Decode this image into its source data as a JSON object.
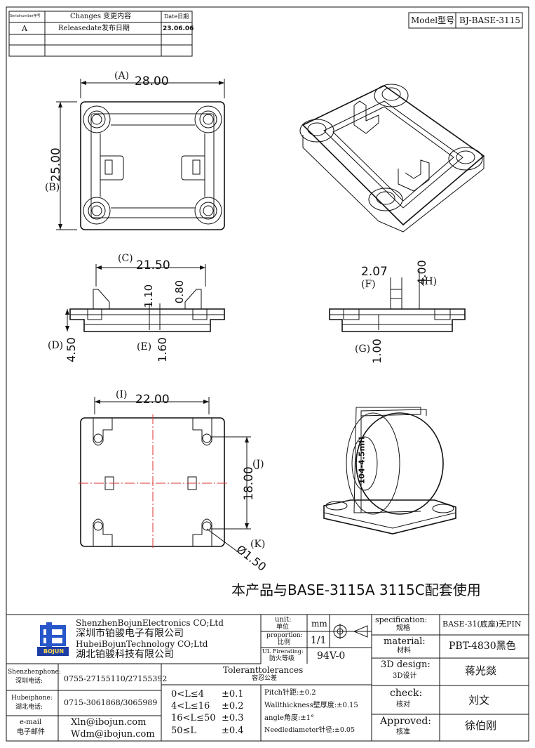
{
  "revision_table": {
    "headers": {
      "serial": "Serialnumber序号",
      "changes": "Changes 变更内容",
      "date": "Date日期"
    },
    "rows": [
      {
        "serial": "A",
        "changes": "Releasedate发布日期",
        "date": "23.06.06"
      }
    ]
  },
  "model": {
    "label": "Model型号",
    "value": "BJ-BASE-3115"
  },
  "dimensions": {
    "a_letter": "(A)",
    "a_value": "28.00",
    "b_letter": "(B)",
    "b_value": "25.00",
    "c_letter": "(C)",
    "c_value": "21.50",
    "d_letter": "(D)",
    "d_value": "4.50",
    "e_letter": "(E)",
    "e_value": "1.60",
    "t110": "1.10",
    "t080": "0.80",
    "f_letter": "(F)",
    "f_value": "2.07",
    "h_letter": "(H)",
    "h_value": "4.00",
    "g_letter": "(G)",
    "g_value": "1.00",
    "i_letter": "(I)",
    "i_value": "22.00",
    "j_letter": "(J)",
    "j_value": "18.00",
    "k_letter": "(K)",
    "k_value": "Ø1.50"
  },
  "coil_label": "104-4.5mH",
  "note": "本产品与BASE-3115A  3115C配套使用",
  "company": {
    "logo_text": "BOJUN",
    "line1": "ShenzhenBojunElectronics CO;Ltd",
    "line2": "深圳市铂骏电子有限公司",
    "line3": "HubeiBojunTechnology CO;Ltd",
    "line4": "湖北铂骏科技有限公司"
  },
  "contacts": [
    {
      "label_en": "Shenzhenphone:",
      "label_cn": "深圳电话:",
      "value": "0755-27155110/27155392"
    },
    {
      "label_en": "Hubeiphone:",
      "label_cn": "湖北电话:",
      "value": "0715-3061868/3065989"
    },
    {
      "label_en": "e-mail",
      "label_cn": "电子邮件",
      "value1": "Xln@ibojun.com",
      "value2": "Wdm@ibojun.com"
    }
  ],
  "unit": {
    "label_en": "unit:",
    "label_cn": "单位",
    "value": "mm"
  },
  "proportion": {
    "label_en": "proportion:",
    "label_cn": "比例",
    "value": "1/1"
  },
  "fire": {
    "label_en": "UL Firerating:",
    "label_cn": "防火等级",
    "value": "94V-0"
  },
  "tolerances": {
    "title_en": "Toleranttolerances",
    "title_cn": "容忍公差",
    "rows": [
      {
        "range": "0<L≤4",
        "value": "±0.1"
      },
      {
        "range": "4<L≤16",
        "value": "±0.2"
      },
      {
        "range": "16<L≤50",
        "value": "±0.3"
      },
      {
        "range": "50≤L",
        "value": "±0.4"
      }
    ],
    "notes": [
      "Pitch针距:±0.2",
      "Wallthickness壁厚度:±0.15",
      "angle角度:±1°",
      "Needlediameter针径:±0.05"
    ]
  },
  "specification": {
    "label_en": "specification:",
    "label_cn": "规格",
    "value": "BASE-31(底座)无PIN"
  },
  "material": {
    "label_en": "material:",
    "label_cn": "材料",
    "value": "PBT-4830黑色"
  },
  "design": {
    "label_en": "3D design:",
    "label_cn": "3D设计",
    "value": "蒋光燚"
  },
  "check": {
    "label_en": "check:",
    "label_cn": "核对",
    "value": "刘文"
  },
  "approved": {
    "label_en": "Approved:",
    "label_cn": "核准",
    "value": "徐伯刚"
  }
}
